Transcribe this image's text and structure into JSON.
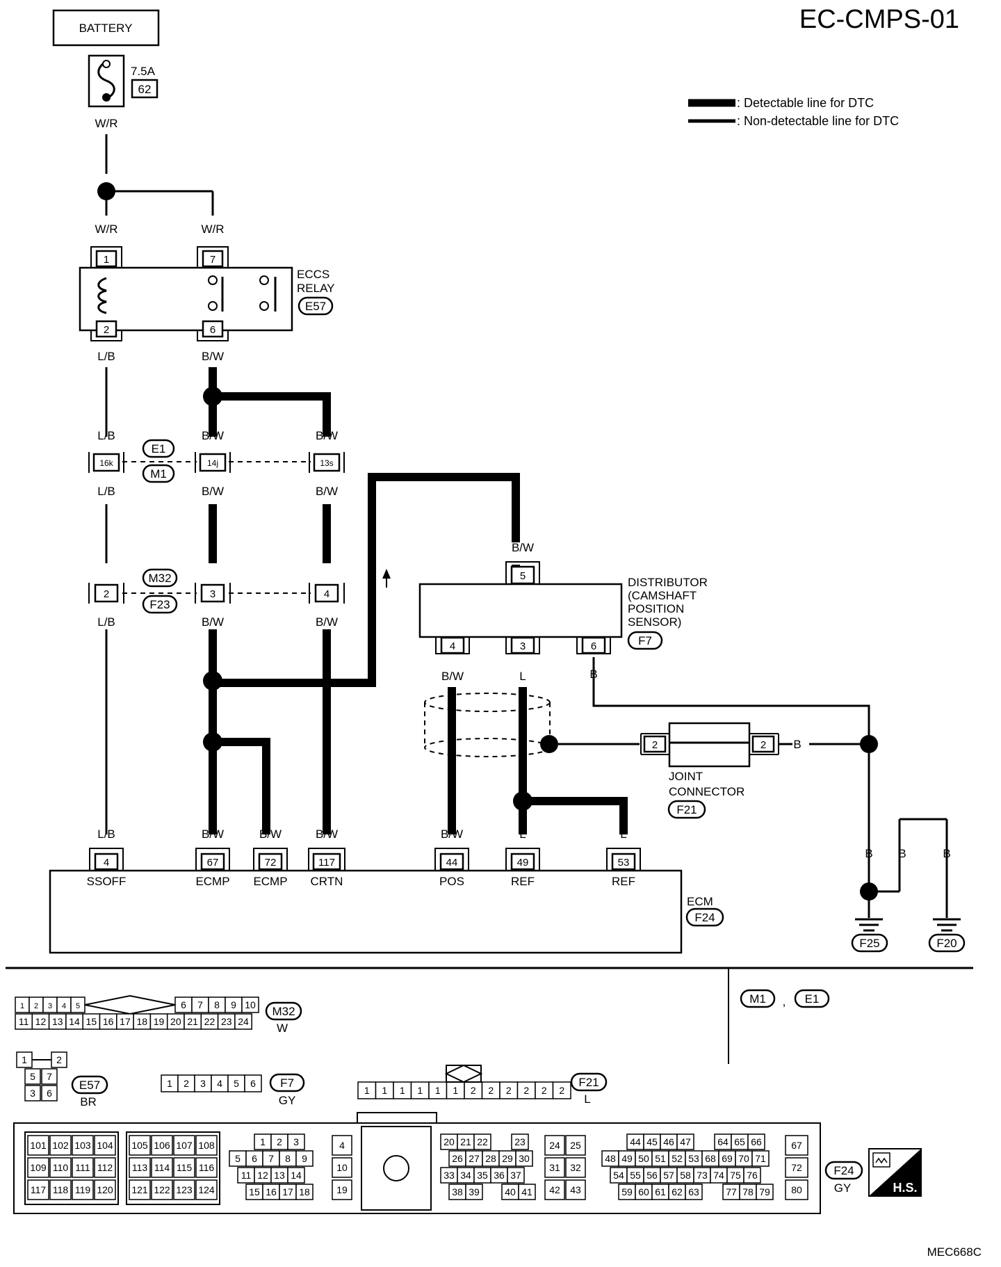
{
  "title": "EC-CMPS-01",
  "footer_code": "MEC668C",
  "legend": {
    "detectable": ": Detectable line for DTC",
    "non_detectable": ": Non-detectable line for DTC"
  },
  "battery": {
    "label": "BATTERY",
    "fuse_rating": "7.5A",
    "fuse_number": "62"
  },
  "wires": {
    "wr": "W/R",
    "lb": "L/B",
    "bw": "B/W",
    "l": "L",
    "b": "B"
  },
  "relay": {
    "name_line1": "ECCS",
    "name_line2": "RELAY",
    "connector": "E57",
    "pins": [
      "1",
      "7",
      "2",
      "6"
    ]
  },
  "harness_e1_m1": {
    "connector_a": "E1",
    "connector_b": "M1",
    "pins": [
      "16k",
      "14j",
      "13s"
    ]
  },
  "harness_m32_f23": {
    "connector_a": "M32",
    "connector_b": "F23",
    "pins": [
      "2",
      "3",
      "4"
    ]
  },
  "distributor": {
    "line1": "DISTRIBUTOR",
    "line2": "(CAMSHAFT",
    "line3": "POSITION",
    "line4": "SENSOR)",
    "connector": "F7",
    "pins": [
      "5",
      "4",
      "3",
      "6"
    ]
  },
  "joint": {
    "line1": "JOINT",
    "line2": "CONNECTOR",
    "connector": "F21",
    "pin": "2"
  },
  "ecm": {
    "name": "ECM",
    "connector": "F24",
    "terminals": [
      {
        "pin": "4",
        "name": "SSOFF"
      },
      {
        "pin": "67",
        "name": "ECMP"
      },
      {
        "pin": "72",
        "name": "ECMP"
      },
      {
        "pin": "117",
        "name": "CRTN"
      },
      {
        "pin": "44",
        "name": "POS"
      },
      {
        "pin": "49",
        "name": "REF"
      },
      {
        "pin": "53",
        "name": "REF"
      }
    ]
  },
  "grounds": [
    "F25",
    "F20"
  ],
  "connector_views": {
    "m32": {
      "id": "M32",
      "color": "W",
      "row1": [
        "1",
        "2",
        "3",
        "4",
        "5",
        "6",
        "7",
        "8",
        "9",
        "10"
      ],
      "row2": [
        "11",
        "12",
        "13",
        "14",
        "15",
        "16",
        "17",
        "18",
        "19",
        "20",
        "21",
        "22",
        "23",
        "24"
      ]
    },
    "e57": {
      "id": "E57",
      "color": "BR",
      "pins": [
        "1",
        "2",
        "5",
        "7",
        "3",
        "6"
      ]
    },
    "f7": {
      "id": "F7",
      "color": "GY",
      "pins": [
        "1",
        "2",
        "3",
        "4",
        "5",
        "6"
      ]
    },
    "f21": {
      "id": "F21",
      "color": "L",
      "pins": [
        "1",
        "1",
        "1",
        "1",
        "1",
        "1",
        "2",
        "2",
        "2",
        "2",
        "2",
        "2"
      ]
    },
    "m1e1": {
      "a": "M1",
      "sep": ",",
      "b": "E1"
    },
    "f24": {
      "id": "F24",
      "color": "GY",
      "block1": [
        "101",
        "102",
        "103",
        "104",
        "109",
        "110",
        "111",
        "112",
        "117",
        "118",
        "119",
        "120"
      ],
      "block2": [
        "105",
        "106",
        "107",
        "108",
        "113",
        "114",
        "115",
        "116",
        "121",
        "122",
        "123",
        "124"
      ],
      "block3_r1": [
        "1",
        "2",
        "3"
      ],
      "block3_r2": [
        "5",
        "6",
        "7",
        "8",
        "9"
      ],
      "block3_r3": [
        "11",
        "12",
        "13",
        "14"
      ],
      "block3_r4": [
        "15",
        "16",
        "17",
        "18"
      ],
      "block4": [
        "4",
        "10",
        "19"
      ],
      "block5_r1": [
        "20",
        "21",
        "22",
        "23"
      ],
      "block5_r2": [
        "26",
        "27",
        "28",
        "29",
        "30"
      ],
      "block5_r3": [
        "33",
        "34",
        "35",
        "36",
        "37"
      ],
      "block5_r4": [
        "38",
        "39",
        "40",
        "41"
      ],
      "block6": [
        "24",
        "25",
        "31",
        "32",
        "42",
        "43"
      ],
      "block7_r1": [
        "44",
        "45",
        "46",
        "47",
        "64",
        "65",
        "66"
      ],
      "block7_r2": [
        "48",
        "49",
        "50",
        "51",
        "52",
        "53",
        "68",
        "69",
        "70",
        "71"
      ],
      "block7_r3": [
        "54",
        "55",
        "56",
        "57",
        "58",
        "73",
        "74",
        "75",
        "76"
      ],
      "block7_r4": [
        "59",
        "60",
        "61",
        "62",
        "63",
        "77",
        "78",
        "79"
      ],
      "block8": [
        "67",
        "72",
        "80"
      ]
    },
    "hs_badge": "H.S."
  }
}
